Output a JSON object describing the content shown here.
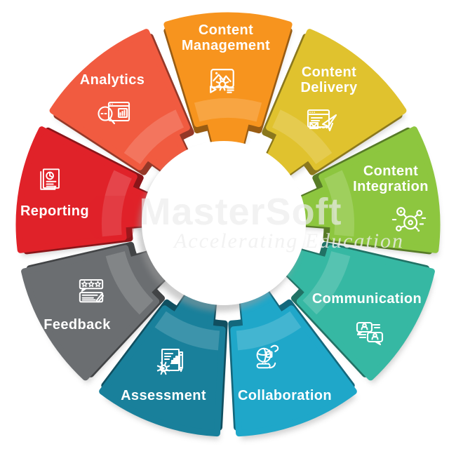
{
  "watermark": {
    "brand": "MasterSoft",
    "tagline": "Accelerating Education",
    "logo_color": "#E02229"
  },
  "style": {
    "background": "#FFFFFF",
    "label_color": "#FFFFFF",
    "icon_color": "#FFFFFF"
  },
  "segments": [
    {
      "id": "content-management",
      "label": "Content Management",
      "lines": [
        "Content",
        "Management"
      ],
      "color": "#F7941E",
      "icon": "content-management-icon",
      "angle": 270
    },
    {
      "id": "content-delivery",
      "label": "Content Delivery",
      "lines": [
        "Content",
        "Delivery"
      ],
      "color": "#E0C22E",
      "icon": "content-delivery-icon",
      "angle": 310
    },
    {
      "id": "content-integration",
      "label": "Content Integration",
      "lines": [
        "Content",
        "Integration"
      ],
      "color": "#8DC63F",
      "icon": "content-integration-icon",
      "angle": 350
    },
    {
      "id": "communication",
      "label": "Communication",
      "lines": [
        "Communication"
      ],
      "color": "#36B8A3",
      "icon": "communication-icon",
      "angle": 30
    },
    {
      "id": "collaboration",
      "label": "Collaboration",
      "lines": [
        "Collaboration"
      ],
      "color": "#1FA7C9",
      "icon": "collaboration-icon",
      "angle": 70
    },
    {
      "id": "assessment",
      "label": "Assessment",
      "lines": [
        "Assessment"
      ],
      "color": "#19809B",
      "icon": "assessment-icon",
      "angle": 110
    },
    {
      "id": "feedback",
      "label": "Feedback",
      "lines": [
        "Feedback"
      ],
      "color": "#6B6E71",
      "icon": "feedback-icon",
      "angle": 150
    },
    {
      "id": "reporting",
      "label": "Reporting",
      "lines": [
        "Reporting"
      ],
      "color": "#E02229",
      "icon": "reporting-icon",
      "angle": 190
    },
    {
      "id": "analytics",
      "label": "Analytics",
      "lines": [
        "Analytics"
      ],
      "color": "#F15B40",
      "icon": "analytics-icon",
      "angle": 230
    }
  ]
}
